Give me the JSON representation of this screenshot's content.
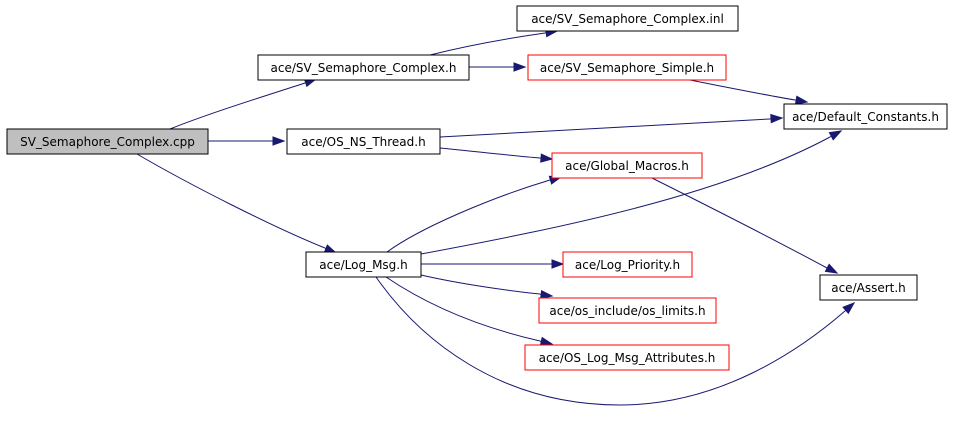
{
  "colors": {
    "edge": "#191970",
    "focus_fill": "#bfbfbf",
    "normal_fill": "#ffffff",
    "normal_border": "#000000",
    "truncated_border": "#ff0000"
  },
  "nodes": {
    "root": {
      "label": "SV_Semaphore_Complex.cpp",
      "style": "focus"
    },
    "sv_complex_h": {
      "label": "ace/SV_Semaphore_Complex.h",
      "style": "normal"
    },
    "sv_complex_inl": {
      "label": "ace/SV_Semaphore_Complex.inl",
      "style": "normal"
    },
    "sv_simple_h": {
      "label": "ace/SV_Semaphore_Simple.h",
      "style": "truncated"
    },
    "default_constants_h": {
      "label": "ace/Default_Constants.h",
      "style": "normal"
    },
    "os_ns_thread_h": {
      "label": "ace/OS_NS_Thread.h",
      "style": "normal"
    },
    "global_macros_h": {
      "label": "ace/Global_Macros.h",
      "style": "truncated"
    },
    "log_msg_h": {
      "label": "ace/Log_Msg.h",
      "style": "normal"
    },
    "log_priority_h": {
      "label": "ace/Log_Priority.h",
      "style": "truncated"
    },
    "os_limits_h": {
      "label": "ace/os_include/os_limits.h",
      "style": "truncated"
    },
    "os_log_msg_attributes_h": {
      "label": "ace/OS_Log_Msg_Attributes.h",
      "style": "truncated"
    },
    "assert_h": {
      "label": "ace/Assert.h",
      "style": "normal"
    }
  },
  "edges": [
    {
      "from": "root",
      "to": "sv_complex_h"
    },
    {
      "from": "root",
      "to": "os_ns_thread_h"
    },
    {
      "from": "root",
      "to": "log_msg_h"
    },
    {
      "from": "sv_complex_h",
      "to": "sv_complex_inl"
    },
    {
      "from": "sv_complex_h",
      "to": "sv_simple_h"
    },
    {
      "from": "sv_simple_h",
      "to": "default_constants_h"
    },
    {
      "from": "os_ns_thread_h",
      "to": "default_constants_h"
    },
    {
      "from": "os_ns_thread_h",
      "to": "global_macros_h"
    },
    {
      "from": "global_macros_h",
      "to": "assert_h"
    },
    {
      "from": "log_msg_h",
      "to": "global_macros_h"
    },
    {
      "from": "log_msg_h",
      "to": "default_constants_h"
    },
    {
      "from": "log_msg_h",
      "to": "log_priority_h"
    },
    {
      "from": "log_msg_h",
      "to": "os_limits_h"
    },
    {
      "from": "log_msg_h",
      "to": "os_log_msg_attributes_h"
    },
    {
      "from": "log_msg_h",
      "to": "assert_h"
    }
  ]
}
